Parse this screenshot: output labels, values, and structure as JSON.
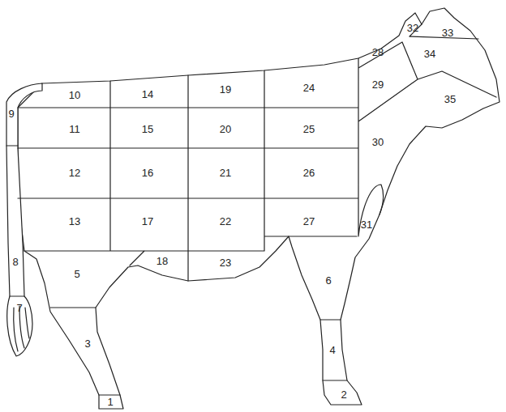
{
  "diagram": {
    "labels": [
      "1",
      "2",
      "3",
      "4",
      "5",
      "6",
      "7",
      "8",
      "9",
      "10",
      "11",
      "12",
      "13",
      "14",
      "15",
      "16",
      "17",
      "18",
      "19",
      "20",
      "21",
      "22",
      "23",
      "24",
      "25",
      "26",
      "27",
      "28",
      "29",
      "30",
      "31",
      "32",
      "33",
      "34",
      "35"
    ]
  }
}
